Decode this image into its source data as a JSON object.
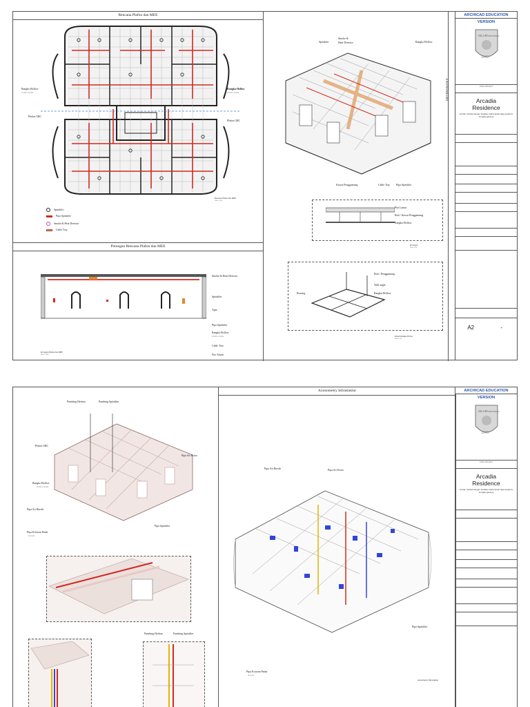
{
  "sheet1": {
    "plan_title": "Rencana Plafon dan MEE",
    "section_title": "Potongan Rencana Plafon dan MEE",
    "side_label": "AXONOMETRY",
    "plan_labels": {
      "rangka_hollow_left": "Rangka Hollow",
      "rangka_hollow_left_sub": "20 mm x 40 mm",
      "rangka_hollow_right": "Rangka Hollow",
      "rangka_hollow_right_sub": "20 mm x 40 mm",
      "plafon_grc_left": "Plafon GRC",
      "plafon_grc_right": "Plafon GRC"
    },
    "plan_caption": "Rencana Plafon dan MEE",
    "plan_caption_scale": "Skala 1:300",
    "legend": [
      {
        "symbol": "circle-x",
        "label": "Sprinkler"
      },
      {
        "symbol": "red-bar",
        "label": "Pipa Sprinkler"
      },
      {
        "symbol": "pink-circle",
        "label": "Smoke & Heat Detector"
      },
      {
        "symbol": "orange-bar",
        "label": "Cable Tray"
      }
    ],
    "section_labels": {
      "smoke": "Smoke & Heat Detector",
      "sprinkler": "Sprinkler",
      "apar": "Apar",
      "pipa_sprinkler": "Pipa Sprinkler",
      "rangka_hollow": "Rangka Hollow",
      "rangka_hollow_sub": "20 mm x 40 mm",
      "cable_tray": "Cable Tray",
      "fire_alarm": "Fire Alarm"
    },
    "section_caption": "Potongan Plafon dan MEE",
    "section_caption_scale": "Skala 1:300",
    "axo_labels": {
      "sprinkler": "Sprinkler",
      "smoke": "Smoke &",
      "smoke2": "Heat Detector",
      "rangka_hollow": "Rangka Hollow",
      "kawat": "Kawat Penggantung",
      "cable_tray": "Cable Tray",
      "pipa_sprinkler": "Pipa Sprinkler"
    },
    "detail1": {
      "plat_lantai": "Plat Lantai",
      "bolt": "Bolt / Kawat Penggantung",
      "rangka": "Rangka Hollow",
      "caption": "Potongan",
      "scale": "Skala 1:20"
    },
    "detail2": {
      "bolt": "Bolt / Penggantung",
      "wall_angle": "Wall angle",
      "rangka": "Rangka Hollow",
      "bracing": "Bracing",
      "caption": "Detail Rangka Plafon",
      "scale": "Skala 1:20"
    }
  },
  "sheet2": {
    "axo_title": "Axonometry Infrastuktur",
    "left_labels": {
      "pumbing_hydran": "Pumbing Hydran",
      "pumbing_sprinkler": "Pumbing Sprinkler",
      "plafon_grc": "Plafon GRC",
      "pipa_air_kotor": "Pipa Air Kotor",
      "rangka_hollow": "Rangka Hollow",
      "rangka_hollow_sub": "20 mm x 40 mm",
      "pipa_air_bersih": "Pipa Air Bersih",
      "pipa_kotoran_padat": "Pipa Kotoran Padat",
      "pipa_kotoran_padat_sub": "Ø 4 inch",
      "pipa_sprinkler": "Pipa Sprinkler",
      "pumbing_hydran_small": "Pumbing Hydran",
      "pumbing_sprinkler_small": "Pumbing Sprinkler"
    },
    "right_labels": {
      "pipa_air_bersih": "Pipa Air Bersih",
      "pipa_air_kotor": "Pipa Air Kotor",
      "pipa_sprinkler": "Pipa Sprinkler",
      "pipa_kotoran_padat": "Pipa Kotoran Padat",
      "pipa_kotoran_padat_sub": "Ø 4 inch",
      "caption": "Axonometry Infrastuktur"
    }
  },
  "title_block": {
    "header": "ARCHICAD EDUCATION VERSION",
    "logo_text_left": "ISLAM",
    "logo_text_right": "INDONESIA",
    "logo_year": "1945",
    "project_label": "JUDUL PROJECT",
    "project_name_line1": "Arcadia",
    "project_name_line2": "Residence",
    "project_sub": "Hunian Vertikal dengan Kualitas Udara Sehat bagi penghuni & lingkungannya",
    "sheet_no": "A2",
    "sheet_dash": "-"
  },
  "colors": {
    "accent_blue": "#2a55a8",
    "pipe_red": "#d2281e",
    "tray_orange": "#e08a2c",
    "detector_pink": "#c0509a",
    "equipment_blue": "#3345d6"
  }
}
